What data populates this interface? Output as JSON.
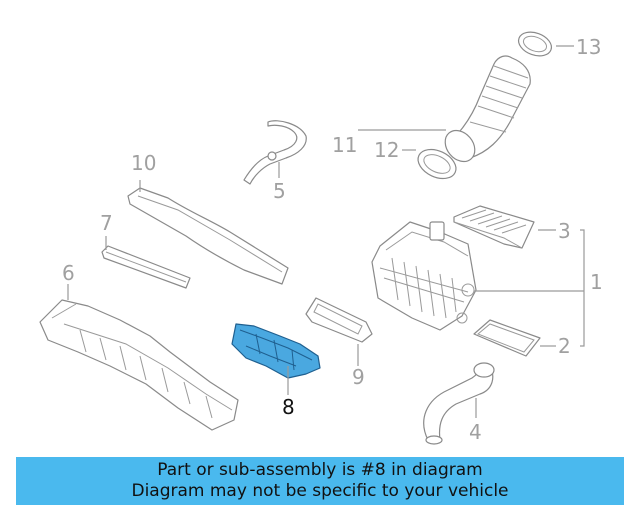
{
  "diagram": {
    "callouts": [
      "1",
      "2",
      "3",
      "4",
      "5",
      "6",
      "7",
      "8",
      "9",
      "10",
      "11",
      "12",
      "13"
    ],
    "highlight_color": "#4aa8e0"
  },
  "banner": {
    "line1": "Part or sub-assembly is #8 in diagram",
    "line2": "Diagram may not be specific to your vehicle",
    "background": "#4ab9ee"
  }
}
